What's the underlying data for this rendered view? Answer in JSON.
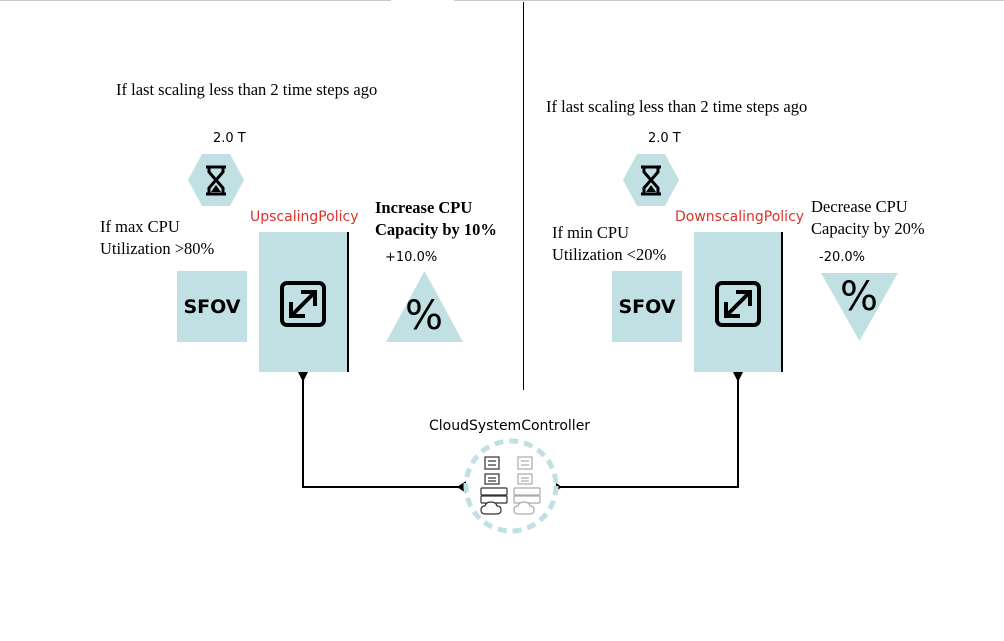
{
  "left_rule": {
    "condition_time": "If last scaling less than 2 time steps ago",
    "time_value": "2.0 T",
    "condition_cpu": "If max CPU Utilization  >80%",
    "sfov_label": "SFOV",
    "policy_name": "UpscalingPolicy",
    "action": "Increase CPU Capacity by 10%",
    "action_value": "+10.0%",
    "percent_symbol": "%"
  },
  "right_rule": {
    "condition_time": "If last scaling less than 2 time steps ago",
    "time_value": "2.0 T",
    "condition_cpu": "If min CPU Utilization  <20%",
    "sfov_label": "SFOV",
    "policy_name": "DownscalingPolicy",
    "action": "Decrease CPU Capacity by 20%",
    "action_value": "-20.0%",
    "percent_symbol": "%"
  },
  "controller": {
    "label": "CloudSystemController"
  },
  "colors": {
    "box_fill": "#c0e0e4",
    "policy_text": "#e0302c",
    "dashed_ring": "#c0e0e4"
  },
  "icons": {
    "time": "hourglass-icon",
    "policy": "expand-arrows-icon",
    "action": "percent-icon",
    "controller": "server-cloud-icon"
  }
}
